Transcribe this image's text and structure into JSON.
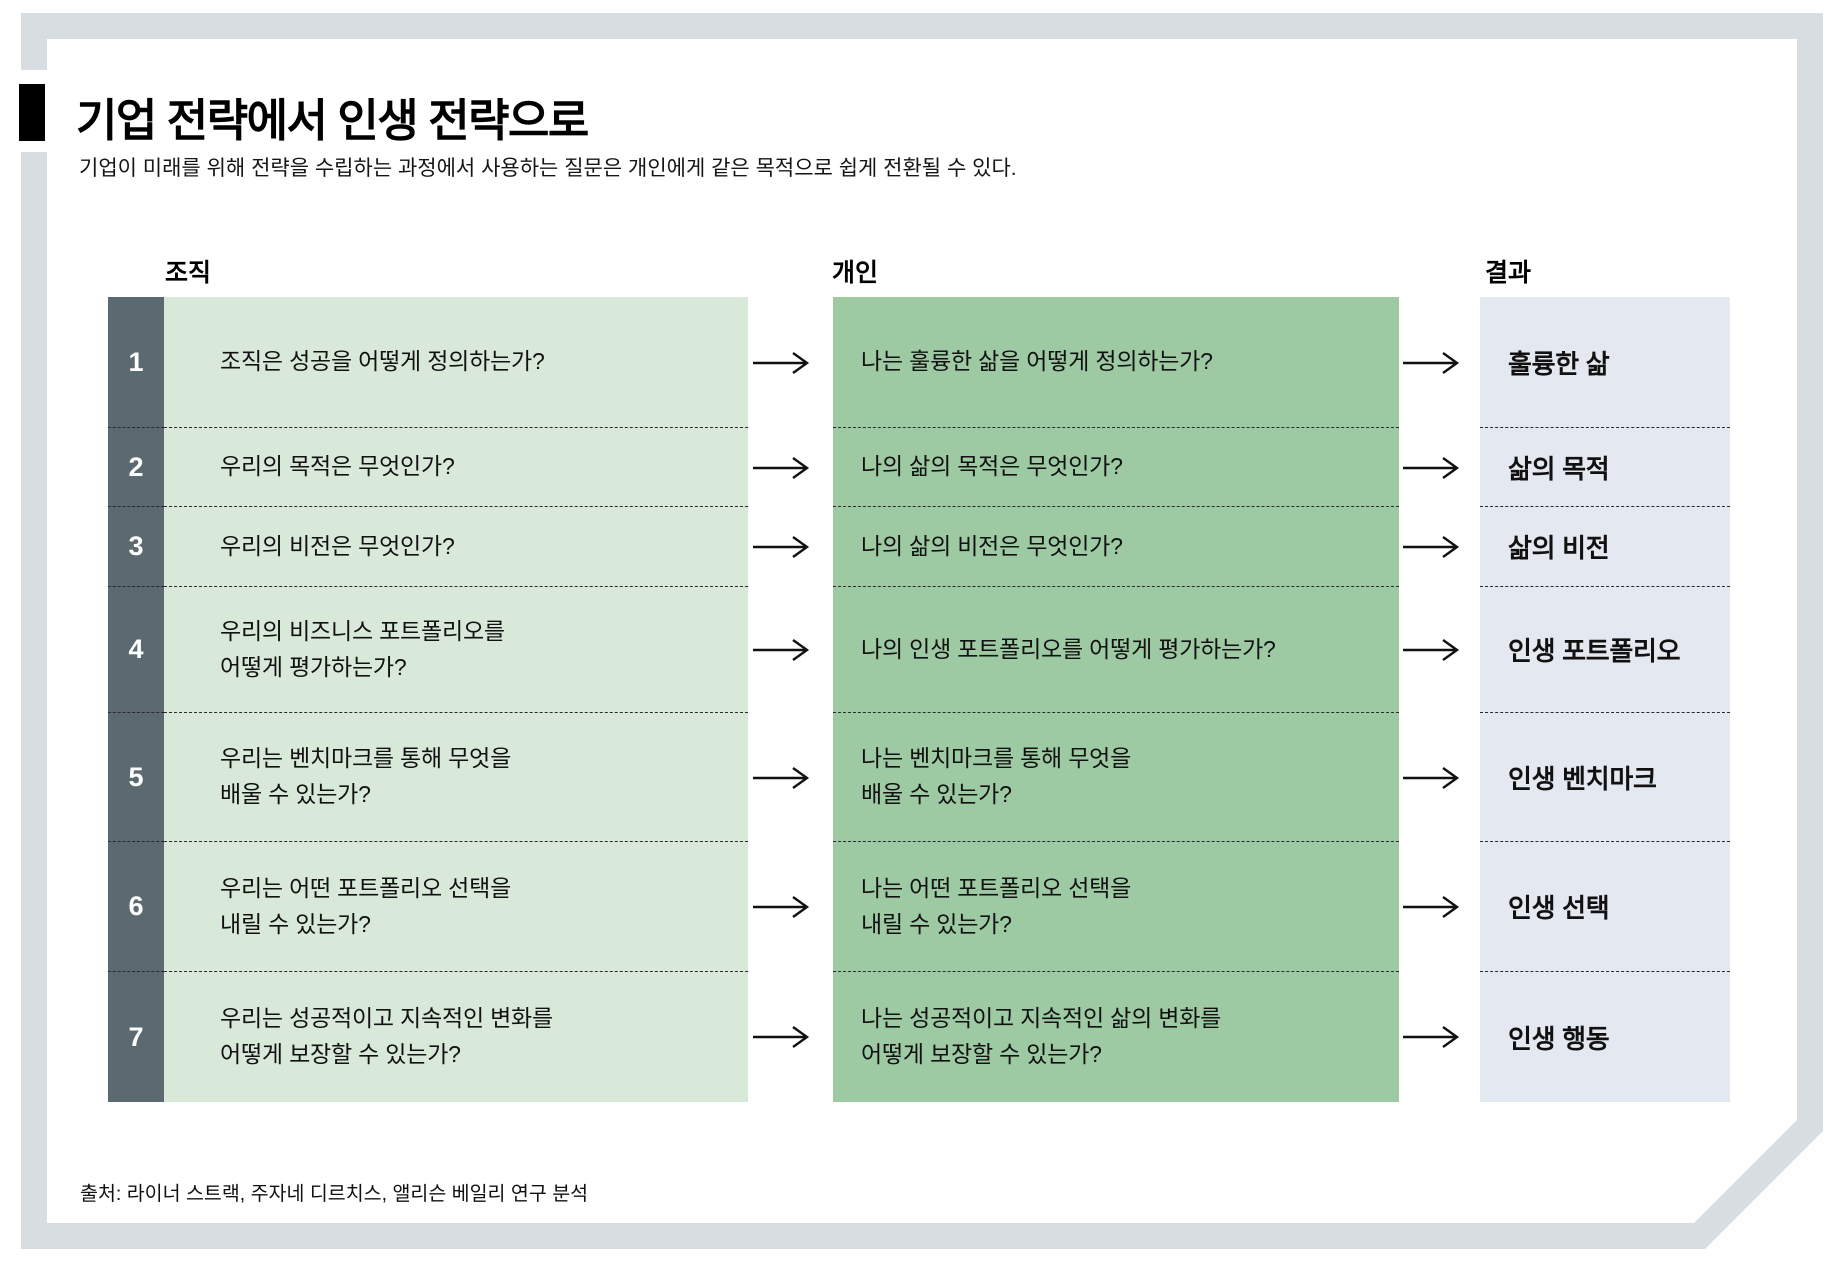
{
  "page": {
    "title": "기업 전략에서 인생 전략으로",
    "subtitle": "기업이 미래를 위해 전략을 수립하는 과정에서 사용하는 질문은 개인에게 같은 목적으로 쉽게 전환될 수 있다.",
    "source": "출처: 라이너 스트랙, 주자네 디르치스, 앨리슨 베일리 연구 분석"
  },
  "columns": {
    "organization": "조직",
    "individual": "개인",
    "result": "결과"
  },
  "rows": [
    {
      "num": "1",
      "org": "조직은 성공을 어떻게 정의하는가?",
      "ind": "나는 훌륭한 삶을 어떻게 정의하는가?",
      "res": "훌륭한 삶"
    },
    {
      "num": "2",
      "org": "우리의 목적은 무엇인가?",
      "ind": "나의 삶의 목적은 무엇인가?",
      "res": "삶의 목적"
    },
    {
      "num": "3",
      "org": "우리의 비전은 무엇인가?",
      "ind": "나의 삶의 비전은 무엇인가?",
      "res": "삶의 비전"
    },
    {
      "num": "4",
      "org": "우리의 비즈니스 포트폴리오를\n어떻게 평가하는가?",
      "ind": "나의 인생 포트폴리오를 어떻게 평가하는가?",
      "res": "인생 포트폴리오"
    },
    {
      "num": "5",
      "org": "우리는 벤치마크를 통해 무엇을\n배울 수 있는가?",
      "ind": "나는 벤치마크를 통해 무엇을\n배울 수 있는가?",
      "res": "인생 벤치마크"
    },
    {
      "num": "6",
      "org": "우리는 어떤 포트폴리오 선택을\n내릴 수 있는가?",
      "ind": "나는 어떤 포트폴리오 선택을\n내릴 수 있는가?",
      "res": "인생 선택"
    },
    {
      "num": "7",
      "org": "우리는 성공적이고 지속적인 변화를\n어떻게 보장할 수 있는가?",
      "ind": "나는 성공적이고 지속적인 삶의 변화를\n어떻게 보장할 수 있는가?",
      "res": "인생 행동"
    }
  ],
  "colors": {
    "frame": "#d7dde0",
    "number_column": "#5b6a71",
    "organization_column": "#d8e8d9",
    "individual_column": "#9dc9a3",
    "result_column": "#e4e8f0",
    "title_marker": "#000000",
    "text": "#111111"
  }
}
